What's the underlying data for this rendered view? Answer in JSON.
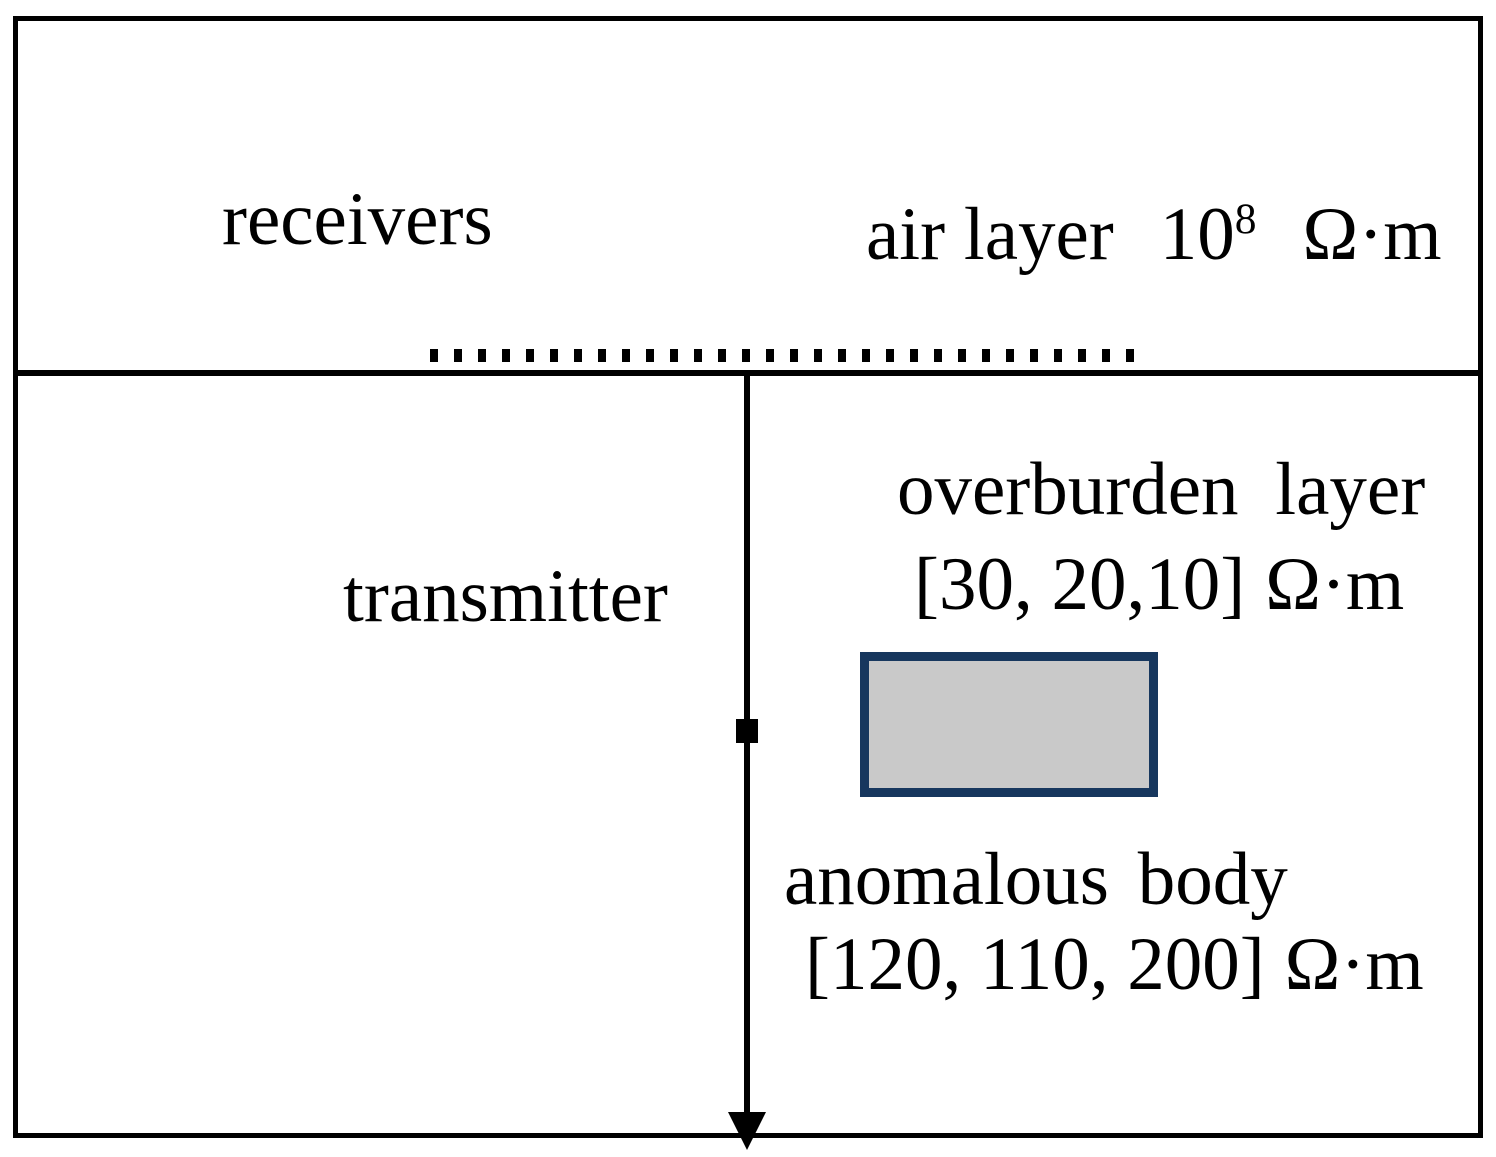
{
  "figure": {
    "receivers_label": "receivers",
    "transmitter_label": "transmitter",
    "air_layer": {
      "name": "air layer",
      "resistivity_base": "10",
      "resistivity_exponent": "8",
      "unit": "Ω·m"
    },
    "overburden_layer": {
      "name": "overburden layer",
      "resistivity_values": "[30, 20,10]",
      "unit": "Ω·m"
    },
    "anomalous_body": {
      "name": "anomalous body",
      "resistivity_values": "[120, 110, 200]",
      "unit": "Ω·m"
    }
  },
  "colors": {
    "line": "#000000",
    "anomalous_fill": "#C9C9C9",
    "anomalous_border": "#17375E"
  }
}
